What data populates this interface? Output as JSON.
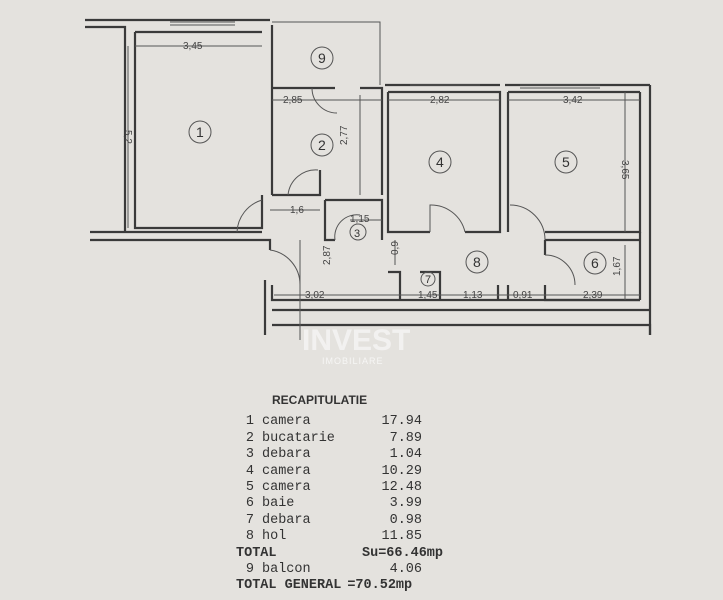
{
  "plan": {
    "rooms": [
      "1",
      "2",
      "3",
      "4",
      "5",
      "6",
      "7",
      "8",
      "9"
    ],
    "dimensions": {
      "r1_width": "3,45",
      "r1_height": "5,2",
      "r2_width": "2,85",
      "r2_height": "2,77",
      "r4_width": "2,82",
      "r5_width": "3,42",
      "r5_height": "3,65",
      "hall_a": "1,6",
      "r3": "1,15",
      "hall_height": "2,87",
      "hall_b": "0,9",
      "corr_a": "3,02",
      "corr_b": "1,45",
      "corr_c": "1,13",
      "corr_d": "0,91",
      "r6_width": "2,39",
      "r6_height": "1,67"
    },
    "watermark": "INVEST",
    "watermark_sub": "IMOBILIARE"
  },
  "recap": {
    "title": "RECAPITULATIE",
    "items": [
      {
        "n": "1",
        "name": "camera",
        "area": "17.94"
      },
      {
        "n": "2",
        "name": "bucatarie",
        "area": "7.89"
      },
      {
        "n": "3",
        "name": "debara",
        "area": "1.04"
      },
      {
        "n": "4",
        "name": "camera",
        "area": "10.29"
      },
      {
        "n": "5",
        "name": "camera",
        "area": "12.48"
      },
      {
        "n": "6",
        "name": "baie",
        "area": "3.99"
      },
      {
        "n": "7",
        "name": "debara",
        "area": "0.98"
      },
      {
        "n": "8",
        "name": "hol",
        "area": "11.85"
      }
    ],
    "total_label": "TOTAL",
    "total_value": "Su=66.46mp",
    "balcony": {
      "n": "9",
      "name": "balcon",
      "area": "4.06"
    },
    "general_label": "TOTAL GENERAL",
    "general_value": "=70.52mp"
  }
}
